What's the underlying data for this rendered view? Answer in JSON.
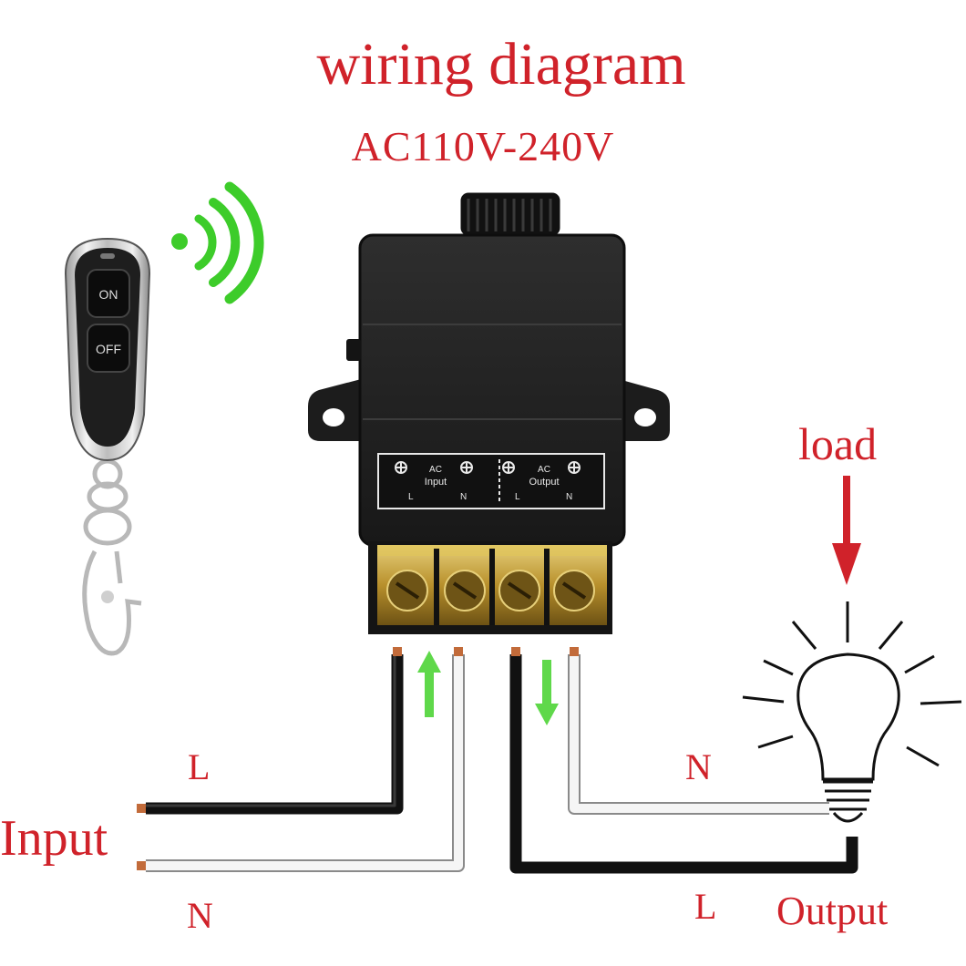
{
  "title": "wiring diagram",
  "subtitle": "AC110V-240V",
  "remote": {
    "on_label": "ON",
    "off_label": "OFF"
  },
  "receiver": {
    "input_label_top": "AC",
    "input_label_bottom": "Input",
    "output_label_top": "AC",
    "output_label_bottom": "Output",
    "terminal_l": "L",
    "terminal_n": "N"
  },
  "labels": {
    "load": "load",
    "input": "Input",
    "output": "Output",
    "input_l": "L",
    "input_n": "N",
    "output_n": "N",
    "output_l": "L"
  },
  "colors": {
    "label_red": "#d0222a",
    "signal_green": "#3dcc2a",
    "arrow_green": "#5fd84a",
    "wire_black": "#1a1a1a",
    "wire_white": "#eeeeee",
    "device_black": "#222222",
    "terminal_brass": "#c9a43c"
  },
  "icons": [
    "remote-control-icon",
    "wireless-signal-icon",
    "light-bulb-icon",
    "down-arrow-icon",
    "up-arrow-icon"
  ]
}
